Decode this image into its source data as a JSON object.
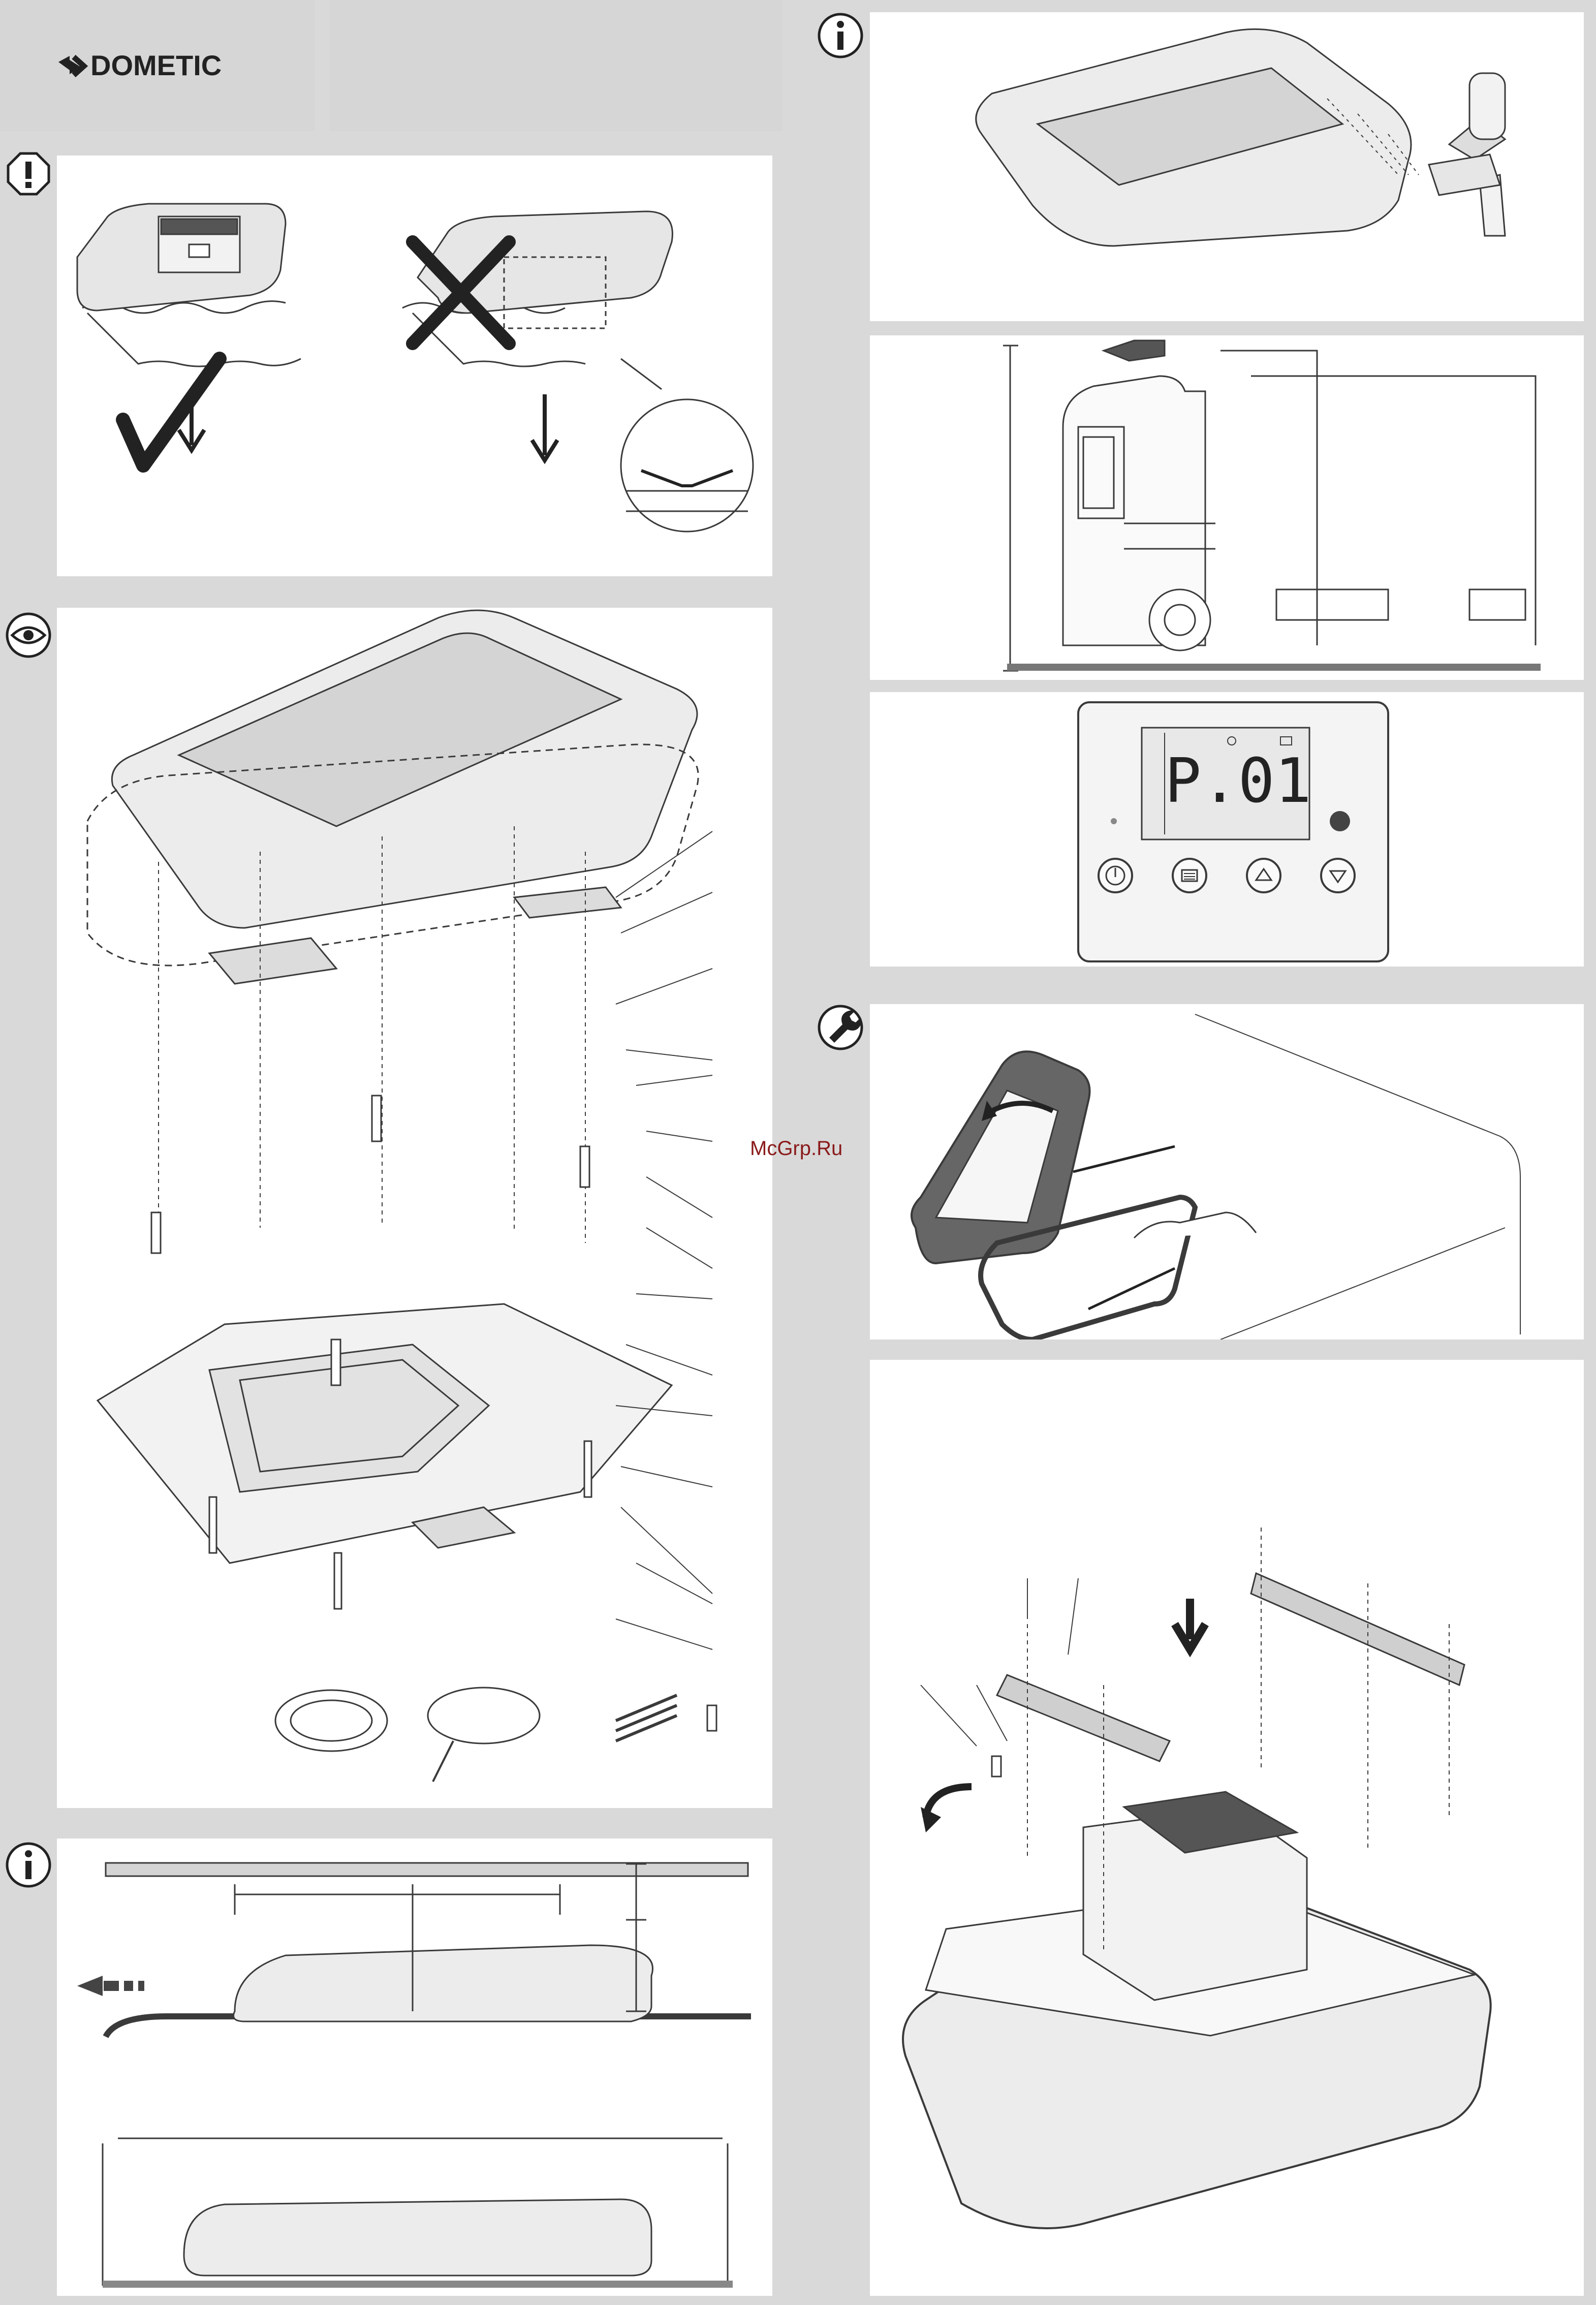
{
  "brand": {
    "name": "DOMETIC",
    "color": "#222222"
  },
  "colors": {
    "page_bg": "#d9d9d9",
    "panel_bg": "#ffffff",
    "line": "#3a3a3a",
    "shade": "#d4d4d4"
  },
  "panels": [
    {
      "id": "warning-placement",
      "icon": "exclamation-icon"
    },
    {
      "id": "exploded-view",
      "icon": "eye-icon"
    },
    {
      "id": "clearance-dimensions",
      "icon": "info-icon"
    },
    {
      "id": "paint-spray",
      "icon": "info-icon"
    },
    {
      "id": "vehicle-height",
      "icon": "none"
    },
    {
      "id": "control-panel",
      "icon": "none"
    },
    {
      "id": "seal-cleaning",
      "icon": "wrench-icon"
    },
    {
      "id": "bracket-mounting",
      "icon": "none"
    }
  ],
  "control_panel": {
    "display_text": "P.01",
    "buttons": [
      {
        "name": "power-button",
        "icon": "power-icon"
      },
      {
        "name": "menu-button",
        "icon": "menu-icon"
      },
      {
        "name": "up-button",
        "icon": "triangle-up-icon"
      },
      {
        "name": "down-button",
        "icon": "triangle-down-icon"
      }
    ]
  },
  "watermark": "McGrp.Ru"
}
